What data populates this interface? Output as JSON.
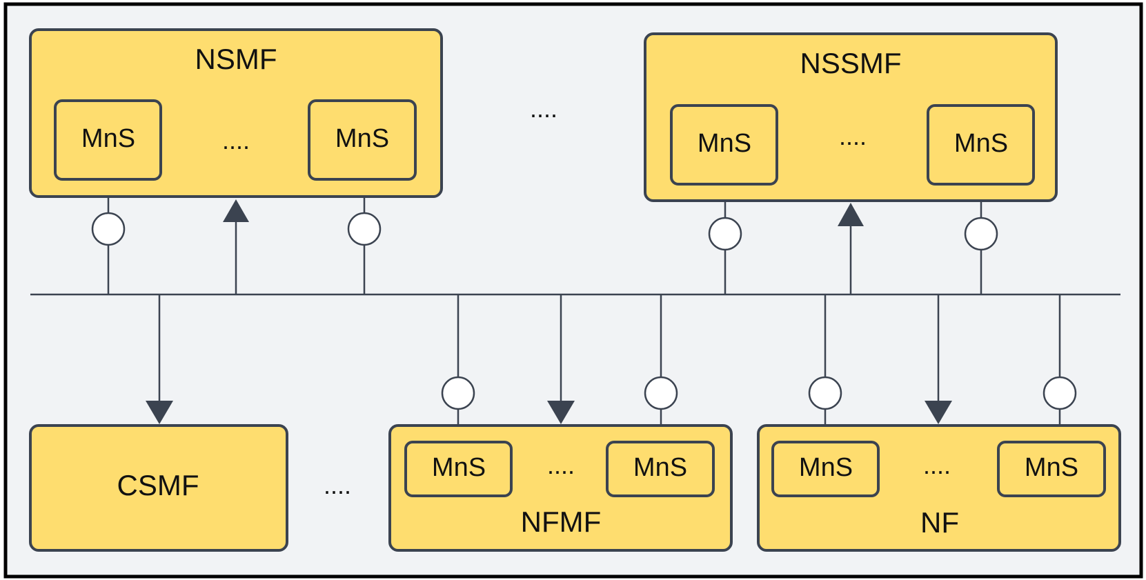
{
  "diagram": {
    "ellipsis": "....",
    "nsmf": {
      "title": "NSMF",
      "mns_left": "MnS",
      "mns_right": "MnS"
    },
    "nssmf": {
      "title": "NSSMF",
      "mns_left": "MnS",
      "mns_right": "MnS"
    },
    "csmf": {
      "title": "CSMF"
    },
    "nfmf": {
      "title": "NFMF",
      "mns_left": "MnS",
      "mns_right": "MnS"
    },
    "nf": {
      "title": "NF",
      "mns_left": "MnS",
      "mns_right": "MnS"
    }
  },
  "colors": {
    "box_fill": "#fedd6f",
    "stroke": "#3b4350",
    "background": "#f1f3f5",
    "frame_border": "#000000"
  }
}
